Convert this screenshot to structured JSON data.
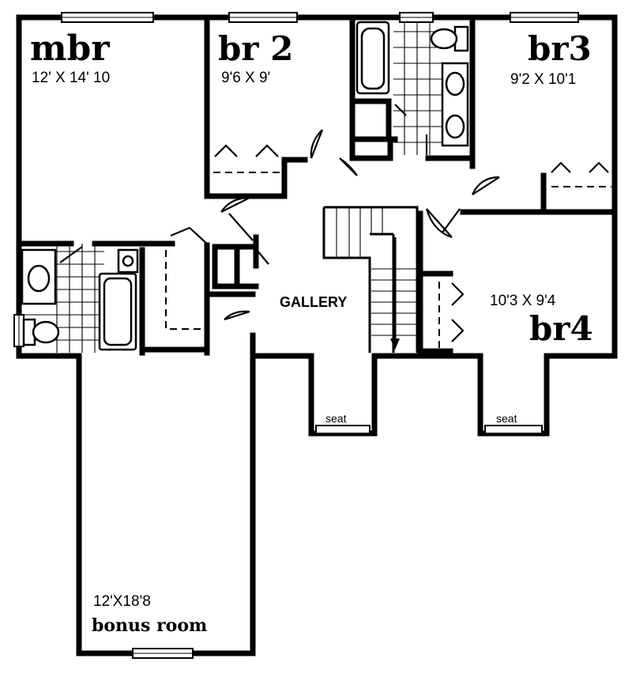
{
  "rooms": {
    "mbr": {
      "name": "mbr",
      "size": "12' X 14' 10"
    },
    "br2": {
      "name": "br 2",
      "size": "9'6 X 9'"
    },
    "br3": {
      "name": "br3",
      "size": "9'2  X 10'1"
    },
    "br4": {
      "name": "br4",
      "size": "10'3  X  9'4"
    },
    "bonus": {
      "name": "bonus room",
      "size": "12'X18'8"
    }
  },
  "labels": {
    "gallery": "GALLERY",
    "seat_left": "seat",
    "seat_right": "seat"
  }
}
